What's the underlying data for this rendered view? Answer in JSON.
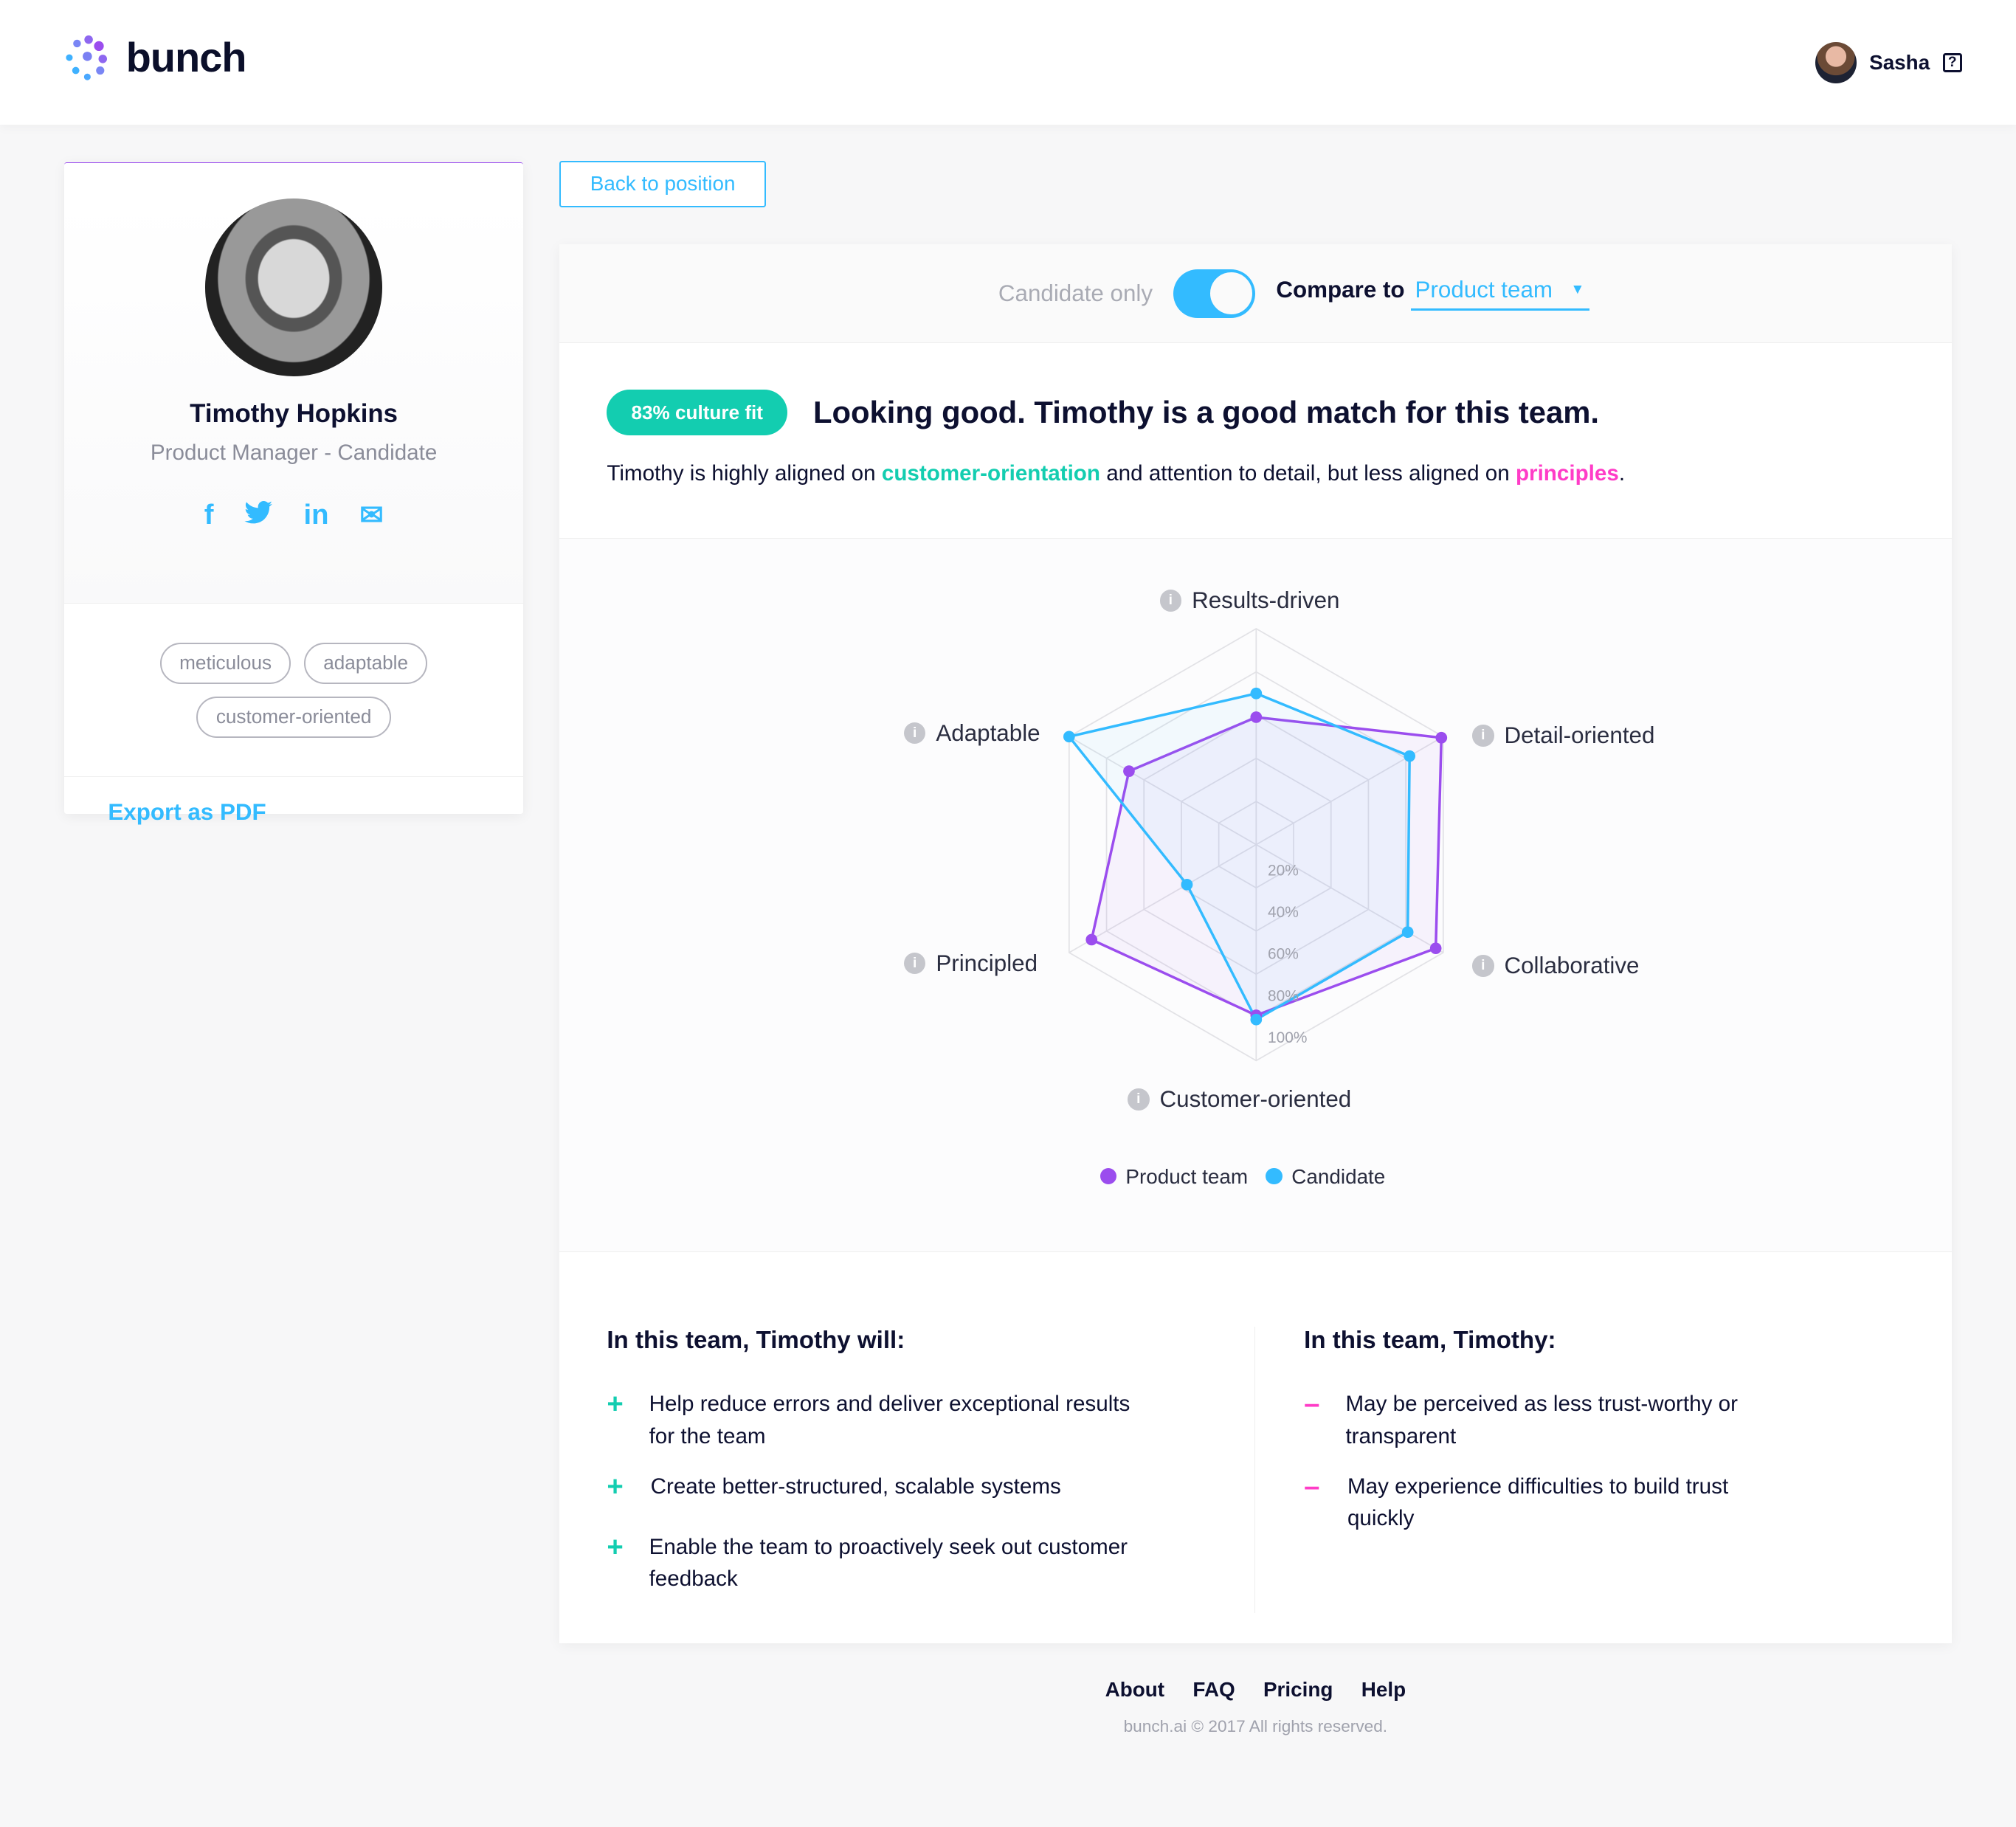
{
  "brand": {
    "name": "bunch"
  },
  "user": {
    "name": "Sasha",
    "help_icon": "?"
  },
  "candidate": {
    "name": "Timothy Hopkins",
    "role": "Product Manager - Candidate",
    "socials": [
      "f",
      "t",
      "in",
      "✉"
    ],
    "tags": [
      "meticulous",
      "adaptable",
      "customer-oriented"
    ],
    "export_label": "Export as PDF"
  },
  "back_label": "Back to position",
  "toggle": {
    "off_label": "Candidate only",
    "compare_label": "Compare to",
    "selected": "Product team",
    "on": true
  },
  "summary": {
    "badge": "83% culture fit",
    "headline": "Looking good. Timothy is a good match for this team.",
    "desc_1": "Timothy is highly aligned on ",
    "hl_1": "customer-orientation",
    "desc_2": " and attention to detail, but less aligned  on ",
    "hl_2": "principles",
    "desc_3": "."
  },
  "chart_data": {
    "type": "radar",
    "axes": [
      "Results-driven",
      "Detail-oriented",
      "Collaborative",
      "Customer-oriented",
      "Principled",
      "Adaptable"
    ],
    "ticks": [
      "20%",
      "40%",
      "60%",
      "80%",
      "100%"
    ],
    "range": [
      0,
      100
    ],
    "series": [
      {
        "name": "Product team",
        "color": "#9b4dee",
        "values": [
          59,
          99,
          96,
          79,
          88,
          68
        ]
      },
      {
        "name": "Candidate",
        "color": "#33bbff",
        "values": [
          70,
          82,
          81,
          81,
          37,
          100
        ]
      }
    ],
    "legend": "bottom"
  },
  "pros": {
    "title": "In this team, Timothy will:",
    "items": [
      "Help reduce errors and deliver exceptional results for the team",
      "Create better-structured, scalable systems",
      "Enable the team to proactively seek out customer feedback"
    ]
  },
  "cons": {
    "title": "In this team, Timothy:",
    "items": [
      "May be perceived as less trust-worthy or transparent",
      "May experience difficulties to build trust quickly"
    ]
  },
  "footer": {
    "links": [
      "About",
      "FAQ",
      "Pricing",
      "Help"
    ],
    "copyright": "bunch.ai © 2017 All rights reserved."
  }
}
